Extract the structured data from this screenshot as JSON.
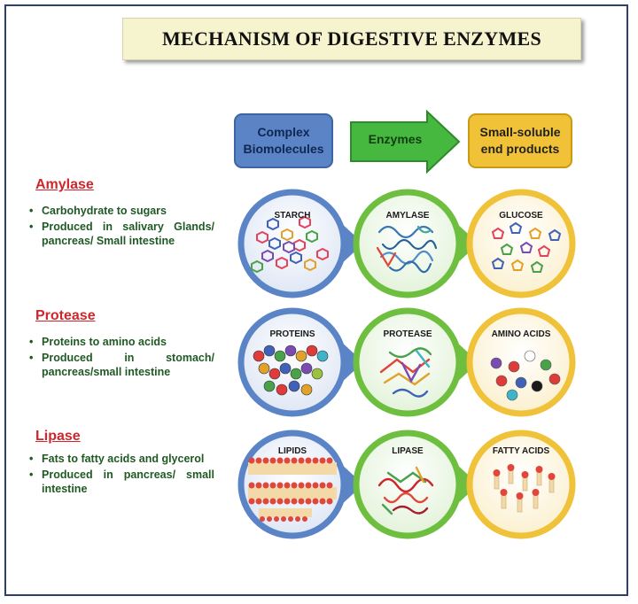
{
  "title": "MECHANISM OF DIGESTIVE ENZYMES",
  "header": {
    "complex": "Complex Biomolecules",
    "enzymes": "Enzymes",
    "end_products": "Small-soluble end products"
  },
  "enzymes": [
    {
      "name": "Amylase",
      "bullets": [
        "Carbohydrate to sugars",
        "Produced in salivary Glands/ pancreas/ Small intestine"
      ],
      "substrate": "STARCH",
      "enzyme": "AMYLASE",
      "product": "GLUCOSE"
    },
    {
      "name": "Protease",
      "bullets": [
        "Proteins to amino acids",
        "Produced in stomach/ pancreas/small intestine"
      ],
      "substrate": "PROTEINS",
      "enzyme": "PROTEASE",
      "product": "AMINO ACIDS"
    },
    {
      "name": "Lipase",
      "bullets": [
        "Fats to fatty acids and glycerol",
        "Produced in pancreas/ small intestine"
      ],
      "substrate": "LIPIDS",
      "enzyme": "LIPASE",
      "product": "FATTY ACIDS"
    }
  ],
  "colors": {
    "blue_ring": "#5b84c7",
    "green_ring": "#6ebf3f",
    "yellow_ring": "#f0c23a",
    "title_bg": "#f6f3cf",
    "heading_red": "#d0262b",
    "bullet_green": "#1f5a24"
  }
}
